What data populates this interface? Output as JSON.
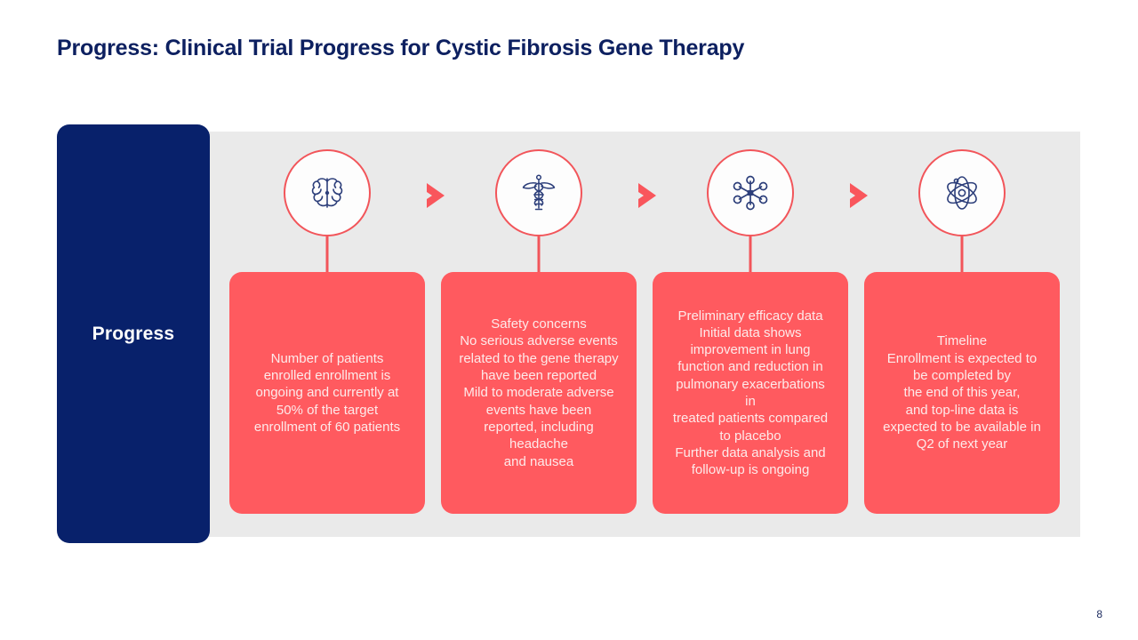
{
  "slide": {
    "title": "Progress: Clinical Trial Progress for Cystic Fibrosis Gene Therapy",
    "page_number": "8",
    "label_card": {
      "text": "Progress"
    },
    "colors": {
      "navy": "#08216b",
      "coral": "#ff5a5f",
      "circle_border": "#f2555a",
      "panel_gray": "#eaeaea",
      "title_blue": "#0d2060",
      "card_text": "#fdeaea",
      "page_background": "#ffffff"
    }
  },
  "steps": [
    {
      "index": "1",
      "icon": "brain-icon",
      "body": "Number of patients\nenrolled enrollment is\nongoing and currently at\n50% of the target\nenrollment of 60 patients"
    },
    {
      "index": "2",
      "icon": "caduceus-icon",
      "body": "Safety concerns\nNo serious adverse events\nrelated to the gene therapy\nhave been reported\nMild to moderate adverse\nevents have been\nreported, including\nheadache\nand nausea"
    },
    {
      "index": "3",
      "icon": "molecule-icon",
      "body": "Preliminary efficacy data\nInitial data shows\nimprovement in lung\nfunction and reduction in\npulmonary exacerbations\nin\ntreated patients compared\nto placebo\nFurther data analysis and\nfollow-up is ongoing"
    },
    {
      "index": "4",
      "icon": "atom-icon",
      "body": "Timeline\nEnrollment is expected to\nbe completed by\nthe end of this year,\nand top-line data is\nexpected to be available in\nQ2 of next year"
    }
  ],
  "separators": [
    {
      "icon": "chevron-right-icon"
    },
    {
      "icon": "chevron-right-icon"
    },
    {
      "icon": "chevron-right-icon"
    }
  ]
}
